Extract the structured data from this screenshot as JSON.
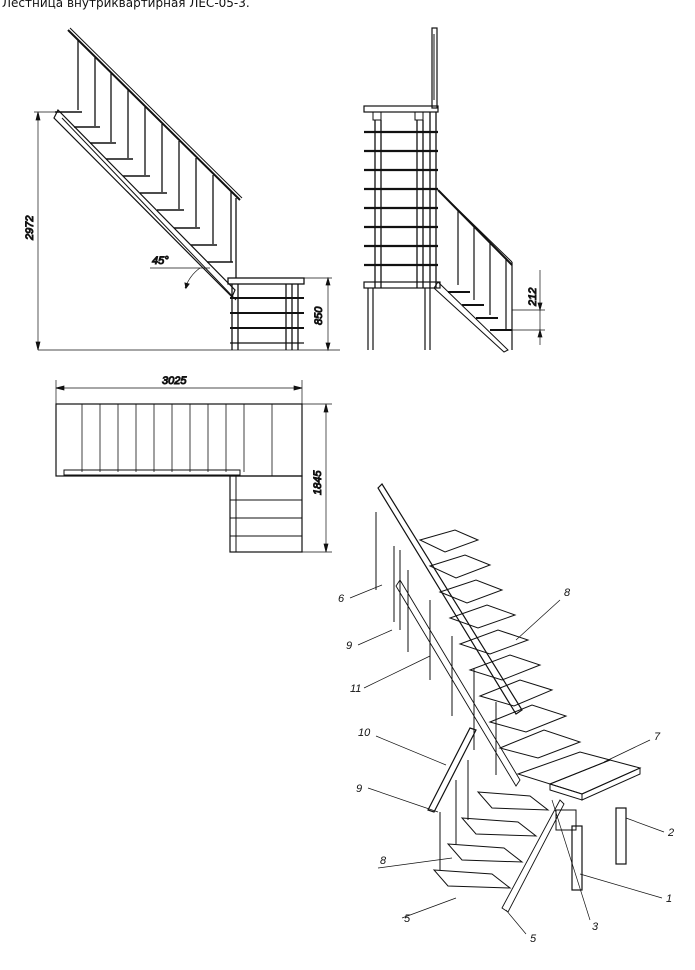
{
  "title": "Лестница внутриквартирная ЛЕС-05-3.",
  "dimensions": {
    "height_total": "2972",
    "angle": "45°",
    "landing_height": "850",
    "step_rise": "212",
    "length": "3025",
    "width": "1845"
  },
  "callouts": [
    "6",
    "9",
    "11",
    "10",
    "9",
    "8",
    "5",
    "5",
    "3",
    "1",
    "2",
    "7",
    "8"
  ]
}
